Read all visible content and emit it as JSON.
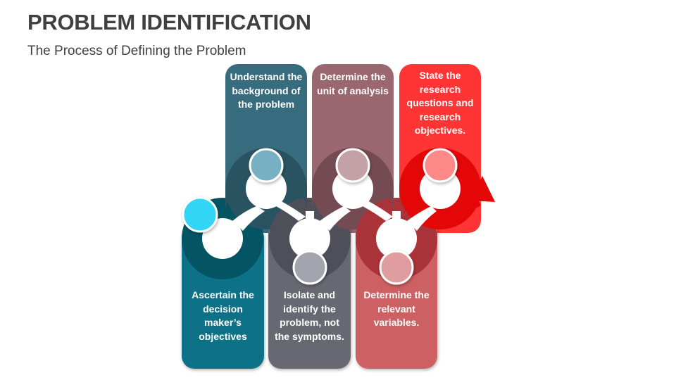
{
  "slide": {
    "title": "PROBLEM IDENTIFICATION",
    "subtitle": "The Process of Defining the Problem"
  },
  "steps": [
    {
      "position": "bottom",
      "text": "Ascertain the decision maker’s objectives",
      "lines": [
        "Ascertain the",
        "decision",
        "maker’s",
        "objectives"
      ],
      "color": "#0B7288",
      "ring_color": "#035564",
      "dot_color": "#31D5F5"
    },
    {
      "position": "top",
      "text": "Understand the background of the problem",
      "lines": [
        "Understand the",
        "background of",
        "the problem"
      ],
      "color": "#376C7F",
      "ring_color": "#2A5362",
      "dot_color": "#78B0C3"
    },
    {
      "position": "bottom",
      "text": "Isolate and identify the problem, not the symptoms.",
      "lines": [
        "Isolate and",
        "identify the",
        "problem, not",
        "the symptoms."
      ],
      "color": "#686873",
      "ring_color": "#4F4F5A",
      "dot_color": "#A2A3AC"
    },
    {
      "position": "top",
      "text": "Determine the unit of analysis",
      "lines": [
        "Determine the",
        "unit of analysis"
      ],
      "color": "#9A6670",
      "ring_color": "#744B52",
      "dot_color": "#C3A1A7"
    },
    {
      "position": "bottom",
      "text": "Determine the relevant variables.",
      "lines": [
        "Determine the",
        "relevant",
        "variables."
      ],
      "color": "#CC6063",
      "ring_color": "#A93338",
      "dot_color": "#E09D9F"
    },
    {
      "position": "top",
      "text": "State the research questions and research objectives.",
      "lines": [
        "State the",
        "research",
        "questions and",
        "research",
        "objectives."
      ],
      "color": "#FF3434",
      "ring_color": "#E30707",
      "dot_color": "#FF8888"
    }
  ]
}
